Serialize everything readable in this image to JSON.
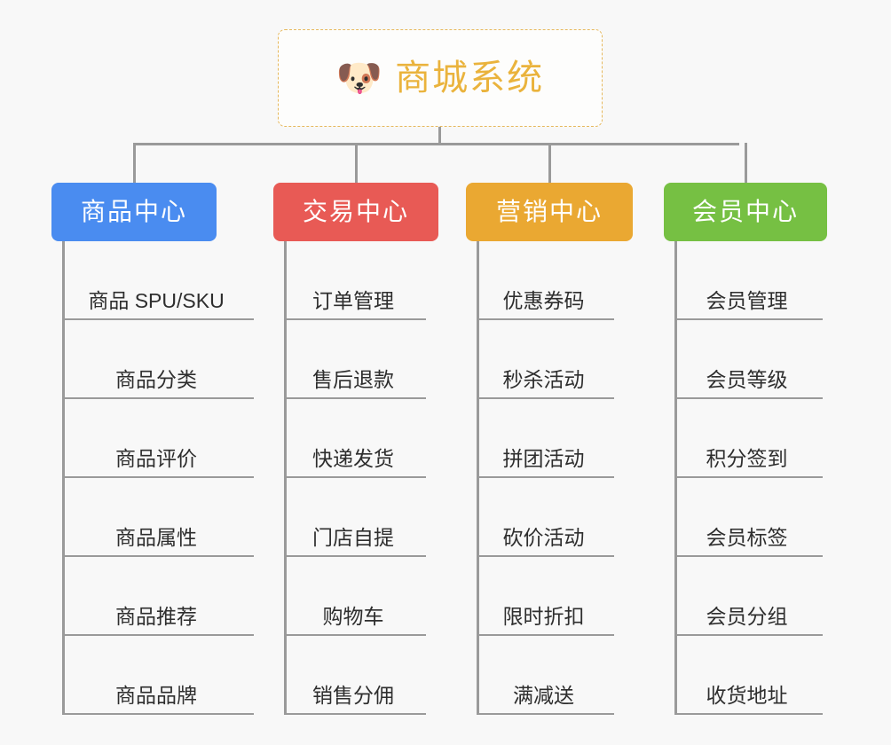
{
  "background_color": "#f8f8f8",
  "root": {
    "icon": "dog-face-icon",
    "icon_glyph": "🐶",
    "title": "商城系统",
    "border_color": "#e6b85c",
    "text_color": "#eab33c"
  },
  "columns": [
    {
      "key": "product-center",
      "label": "商品中心",
      "color": "#4a8cf0",
      "items": [
        "商品 SPU/SKU",
        "商品分类",
        "商品评价",
        "商品属性",
        "商品推荐",
        "商品品牌"
      ]
    },
    {
      "key": "trade-center",
      "label": "交易中心",
      "color": "#e85a55",
      "items": [
        "订单管理",
        "售后退款",
        "快递发货",
        "门店自提",
        "购物车",
        "销售分佣"
      ]
    },
    {
      "key": "marketing-center",
      "label": "营销中心",
      "color": "#eaa832",
      "items": [
        "优惠券码",
        "秒杀活动",
        "拼团活动",
        "砍价活动",
        "限时折扣",
        "满减送"
      ]
    },
    {
      "key": "member-center",
      "label": "会员中心",
      "color": "#76c043",
      "items": [
        "会员管理",
        "会员等级",
        "积分签到",
        "会员标签",
        "会员分组",
        "收货地址"
      ]
    }
  ],
  "layout": {
    "column_left": [
      58,
      308,
      525,
      748
    ],
    "column_box_width": [
      186,
      186,
      188,
      184
    ],
    "column_leaf_width": [
      216,
      160,
      155,
      167
    ],
    "connector_color": "#9a9a9a"
  }
}
